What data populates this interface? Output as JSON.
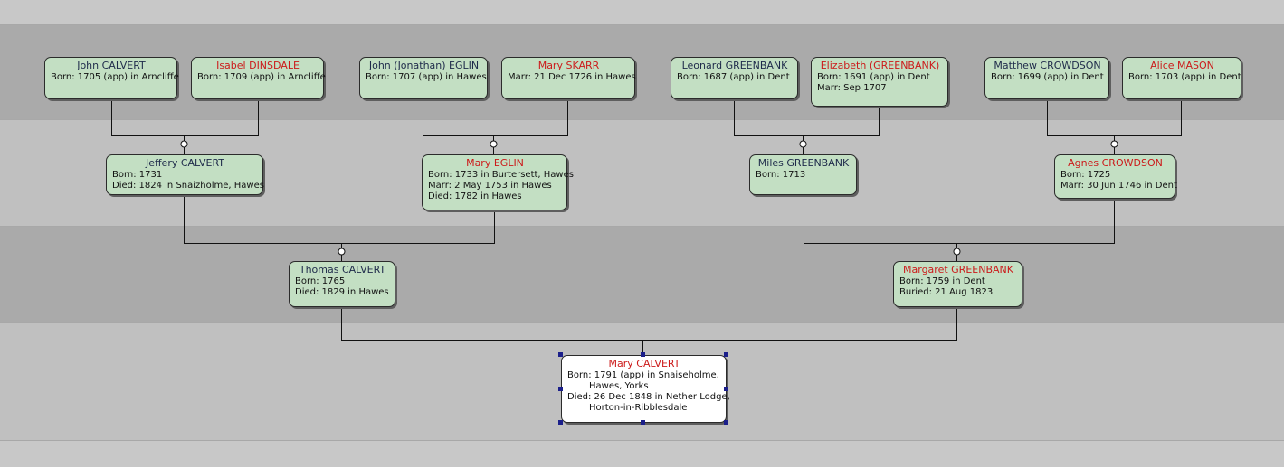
{
  "bands": [
    "#c8c8c8",
    "#aaaaaa",
    "#c0c0c0",
    "#aaaaaa",
    "#c0c0c0",
    "#c8c8c8"
  ],
  "people": {
    "john_calvert": {
      "name": "John CALVERT",
      "sex": "m",
      "lines": [
        "Born: 1705 (app) in Arncliffe"
      ]
    },
    "isabel_dinsdale": {
      "name": "Isabel DINSDALE",
      "sex": "f",
      "lines": [
        "Born: 1709 (app) in Arncliffe"
      ]
    },
    "john_eglin": {
      "name": "John (Jonathan) EGLIN",
      "sex": "m",
      "lines": [
        "Born: 1707 (app) in Hawes"
      ]
    },
    "mary_skarr": {
      "name": "Mary SKARR",
      "sex": "f",
      "lines": [
        "Marr: 21 Dec 1726 in Hawes"
      ]
    },
    "leonard_greenbank": {
      "name": "Leonard GREENBANK",
      "sex": "m",
      "lines": [
        "Born: 1687 (app) in Dent"
      ]
    },
    "elizabeth_greenbank": {
      "name": "Elizabeth (GREENBANK)",
      "sex": "f",
      "lines": [
        "Born: 1691 (app) in Dent",
        "Marr: Sep 1707"
      ]
    },
    "matthew_crowdson": {
      "name": "Matthew CROWDSON",
      "sex": "m",
      "lines": [
        "Born: 1699 (app) in Dent"
      ]
    },
    "alice_mason": {
      "name": "Alice MASON",
      "sex": "f",
      "lines": [
        "Born: 1703 (app) in Dent"
      ]
    },
    "jeffery_calvert": {
      "name": "Jeffery CALVERT",
      "sex": "m",
      "lines": [
        "Born: 1731",
        "Died: 1824 in Snaizholme, Hawes"
      ]
    },
    "mary_eglin": {
      "name": "Mary EGLIN",
      "sex": "f",
      "lines": [
        "Born: 1733 in Burtersett, Hawes",
        "Marr: 2 May 1753 in Hawes",
        "Died: 1782 in Hawes"
      ]
    },
    "miles_greenbank": {
      "name": "Miles GREENBANK",
      "sex": "m",
      "lines": [
        "Born: 1713"
      ]
    },
    "agnes_crowdson": {
      "name": "Agnes CROWDSON",
      "sex": "f",
      "lines": [
        "Born: 1725",
        "Marr: 30 Jun 1746 in Dent"
      ]
    },
    "thomas_calvert": {
      "name": "Thomas CALVERT",
      "sex": "m",
      "lines": [
        "Born: 1765",
        "Died: 1829 in Hawes"
      ]
    },
    "margaret_greenbank": {
      "name": "Margaret GREENBANK",
      "sex": "f",
      "lines": [
        "Born: 1759 in Dent",
        "Buried: 21 Aug 1823"
      ]
    },
    "mary_calvert": {
      "name": "Mary CALVERT",
      "sex": "f",
      "lines": [
        "Born: 1791 (app) in Snaiseholme,",
        "Hawes, Yorks",
        "Died: 26 Dec 1848 in Nether Lodge,",
        "Horton-in-Ribblesdale"
      ]
    }
  },
  "colors": {
    "male_name": "#1e2a4a",
    "female_name": "#cc1a1a",
    "box_fill": "#c3dfc3",
    "selected_fill": "#ffffff",
    "selection_handle": "#1b1f8a"
  }
}
